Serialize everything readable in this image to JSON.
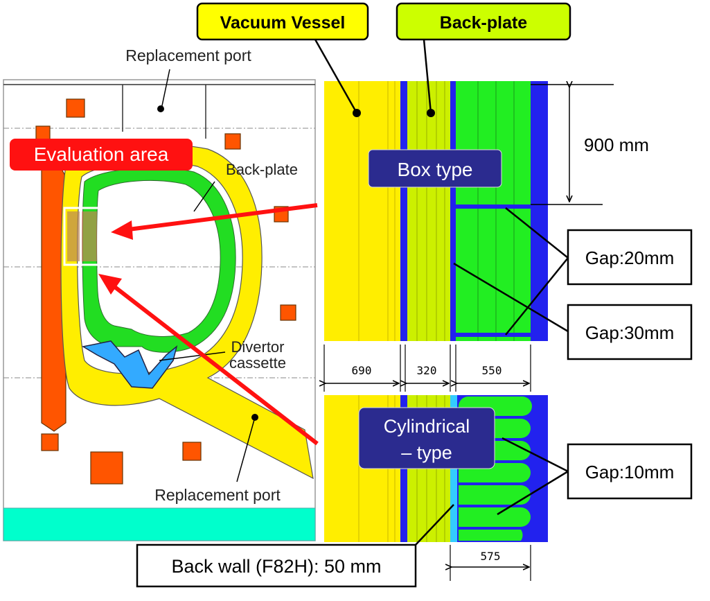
{
  "labels": {
    "vacuum_vessel": "Vacuum Vessel",
    "back_plate_box": "Back-plate",
    "replacement_port_top": "Replacement port",
    "replacement_port_bottom": "Replacement port",
    "evaluation_area": "Evaluation area",
    "back_plate_inner": "Back-plate",
    "divertor_line1": "Divertor",
    "divertor_line2": "cassette",
    "box_type": "Box type",
    "cylindrical_line1": "Cylindrical",
    "cylindrical_line2": "– type",
    "dim_900": "900 mm",
    "gap_20": "Gap:20mm",
    "gap_30": "Gap:30mm",
    "gap_10": "Gap:10mm",
    "dim_690": "690",
    "dim_320": "320",
    "dim_550": "550",
    "dim_575": "575",
    "back_wall": "Back wall (F82H): 50 mm"
  },
  "colors": {
    "vessel_yellow": "#ffee00",
    "backplate_green": "#ccf000",
    "blanket_green": "#22ee22",
    "blue": "#2222ee",
    "orange": "#ff5500",
    "red": "#ff1111",
    "cyan": "#00ffcc",
    "navy_box": "#2b2b8f",
    "label_yellow": "#ffff00",
    "label_lime": "#ccff00"
  }
}
